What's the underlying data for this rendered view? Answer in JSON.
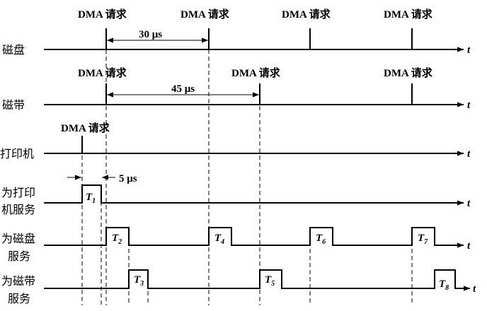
{
  "dma_label": "DMA 请求",
  "t_axis": "t",
  "rows": {
    "disk": "磁盘",
    "tape": "磁带",
    "printer": "打印机",
    "serve_printer": [
      "为打印",
      "机服务"
    ],
    "serve_disk": [
      "为磁盘",
      "服务"
    ],
    "serve_tape": [
      "为磁带",
      "服务"
    ]
  },
  "intervals": {
    "disk": "30 μs",
    "tape": "45 μs",
    "print_service": "5 μs"
  },
  "pulses": [
    {
      "name": "T",
      "sub": "1"
    },
    {
      "name": "T",
      "sub": "2"
    },
    {
      "name": "T",
      "sub": "3"
    },
    {
      "name": "T",
      "sub": "4"
    },
    {
      "name": "T",
      "sub": "5"
    },
    {
      "name": "T",
      "sub": "6"
    },
    {
      "name": "T",
      "sub": "7"
    },
    {
      "name": "T",
      "sub": "8"
    }
  ]
}
